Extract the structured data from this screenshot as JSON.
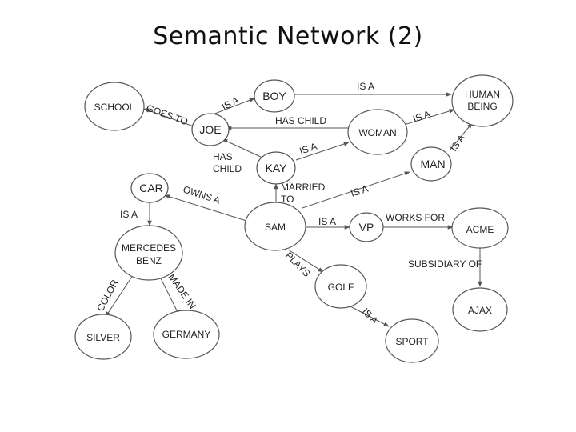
{
  "title": "Semantic Network (2)",
  "colors": {
    "line": "#555555",
    "text": "#222222",
    "background": "#ffffff"
  },
  "nodes": {
    "school": [
      "SCHOOL"
    ],
    "boy": [
      "BOY"
    ],
    "joe": [
      "JOE"
    ],
    "human_being": [
      "HUMAN",
      "BEING"
    ],
    "woman": [
      "WOMAN"
    ],
    "kay": [
      "KAY"
    ],
    "man": [
      "MAN"
    ],
    "car": [
      "CAR"
    ],
    "sam": [
      "SAM"
    ],
    "vp": [
      "VP"
    ],
    "acme": [
      "ACME"
    ],
    "mercedes_benz": [
      "MERCEDES",
      "BENZ"
    ],
    "golf": [
      "GOLF"
    ],
    "ajax": [
      "AJAX"
    ],
    "silver": [
      "SILVER"
    ],
    "germany": [
      "GERMANY"
    ],
    "sport": [
      "SPORT"
    ]
  },
  "edges": {
    "joe_goes_to_school": "GOES TO",
    "joe_is_a_boy": "IS A",
    "boy_is_a_human": "IS A",
    "woman_has_child_joe": "HAS CHILD",
    "woman_is_a_human": "IS A",
    "kay_has_child_joe": [
      "HAS",
      "CHILD"
    ],
    "kay_is_a_woman": "IS A",
    "man_is_a_human": "IS A",
    "sam_is_a_man": "IS A",
    "sam_married_to_kay": [
      "MARRIED",
      "TO"
    ],
    "sam_owns_a_car": "OWNS A",
    "car_is_a_mercedes": "IS A",
    "sam_is_a_vp": "IS A",
    "vp_works_for_acme": "WORKS FOR",
    "acme_subsidiary_of_ajax": "SUBSIDIARY OF",
    "sam_plays_golf": "PLAYS",
    "golf_is_a_sport": "IS A",
    "mercedes_color_silver": "COLOR",
    "mercedes_made_in_germany": "MADE IN"
  }
}
